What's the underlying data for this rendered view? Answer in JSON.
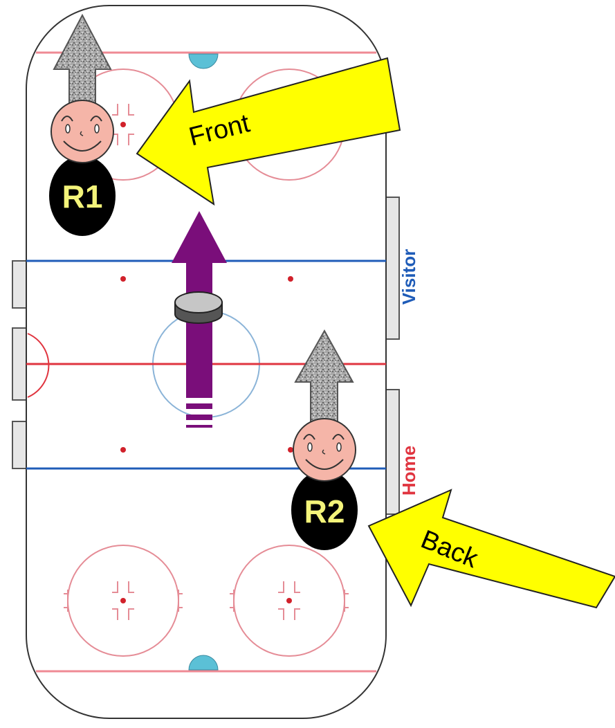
{
  "bench_labels": {
    "visitor": "Visitor",
    "home": "Home"
  },
  "players": [
    {
      "id": "r1",
      "label": "R1"
    },
    {
      "id": "r2",
      "label": "R2"
    }
  ],
  "callouts": {
    "front": "Front",
    "back": "Back"
  },
  "colors": {
    "blue_line": "#1f5cb8",
    "red_line": "#e0343f",
    "faceoff_circle": "#e58c96",
    "center_circle": "#8bb4d8",
    "crease": "#5bc0d6",
    "player_body": "#000000",
    "player_label": "#f4f47a",
    "player_face": "#f5b5a8",
    "callout_fill": "#ffff00",
    "puck_arrow": "#7a0e7a",
    "move_arrow": "#9a9a9a"
  }
}
